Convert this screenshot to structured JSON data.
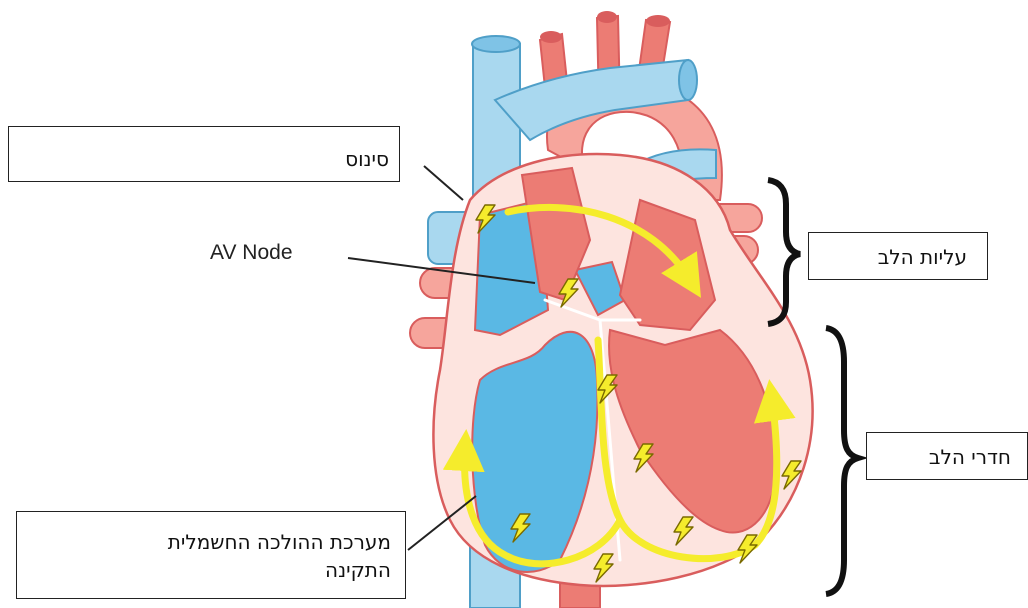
{
  "labels": {
    "sinus": "סינוס",
    "av_node": "AV Node",
    "atria": "עליות הלב",
    "ventricles": "חדרי הלב",
    "conduction_line1": "מערכת ההולכה החשמלית",
    "conduction_line2": "התקינה"
  },
  "colors": {
    "blue": "#5ab8e4",
    "light_blue": "#a9d8ef",
    "red": "#ec7c74",
    "pink": "#f6b7ad",
    "light_pink": "#fde4df",
    "outline": "#d95d5d",
    "yellow": "#f5ec2c",
    "bolt_outline": "#7a6a00"
  }
}
